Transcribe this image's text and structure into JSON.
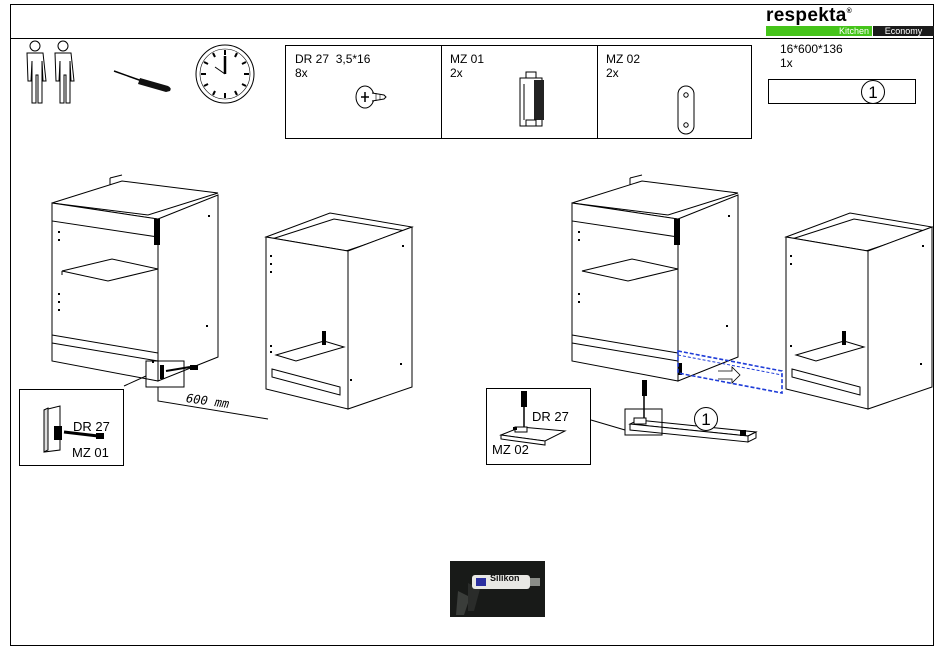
{
  "brand": {
    "name": "respekta",
    "reg": "®",
    "sub_left": "Kitchen",
    "sub_right": "Economy"
  },
  "tools": {
    "people_icon": "two-persons-icon",
    "screwdriver_icon": "screwdriver-icon",
    "clock_icon": "clock-icon"
  },
  "parts": [
    {
      "code": "DR 27",
      "size": "3,5*16",
      "qty": "8x",
      "icon": "screw-icon"
    },
    {
      "code": "MZ 01",
      "qty": "2x",
      "icon": "connector-bracket-icon"
    },
    {
      "code": "MZ 02",
      "qty": "2x",
      "icon": "flat-plate-icon"
    }
  ],
  "board": {
    "dimensions": "16*600*136",
    "qty": "1x",
    "number": "1"
  },
  "left_step": {
    "distance": "600 mm",
    "label_screw": "DR 27",
    "label_bracket": "MZ 01"
  },
  "right_step": {
    "label_screw": "DR 27",
    "label_plate": "MZ 02",
    "board_number": "1"
  },
  "photo": {
    "label": "Silikon"
  }
}
